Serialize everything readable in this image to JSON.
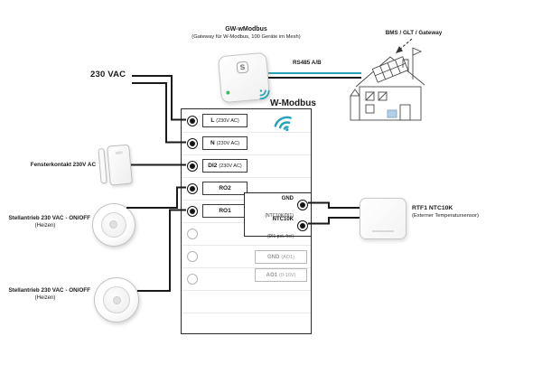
{
  "labels": {
    "gateway_title": "GW-wModbus",
    "gateway_subtitle": "(Gateway für W-Modbus, 100 Geräte im Mesh)",
    "gateway_logo": "S",
    "bms": "BMS / GLT / Gateway",
    "rs485": "RS485 A/B",
    "power": "230 VAC",
    "wmodbus": "W-Modbus"
  },
  "devices_left": [
    {
      "label": "Fensterkontakt 230V AC",
      "sublabel": ""
    },
    {
      "label": "Stellantrieb 230 VAC - ON/OFF",
      "sublabel": "(Heizen)"
    },
    {
      "label": "Stellantrieb 230 VAC - ON/OFF",
      "sublabel": "(Heizen)"
    }
  ],
  "sensor": {
    "title": "RTF1 NTC10K",
    "subtitle": "(Externer Temperatursensor)"
  },
  "terminals_left": [
    {
      "name": "L",
      "detail": "(230V AC)"
    },
    {
      "name": "N",
      "detail": "(230V AC)"
    },
    {
      "name": "DI2",
      "detail": "(230V AC)"
    },
    {
      "name": "RO2",
      "detail": ""
    },
    {
      "name": "RO1",
      "detail": ""
    }
  ],
  "terminals_right": [
    {
      "name": "GND",
      "detail": "(NTC10K/DI1)",
      "active": true
    },
    {
      "name": "NTC10K",
      "detail": "(DI1 pot. frei)",
      "active": true
    },
    {
      "name": "GND",
      "detail": "(AO1)",
      "active": false
    },
    {
      "name": "AO1",
      "detail": "(0-10V)",
      "active": false
    }
  ],
  "colors": {
    "accent_teal": "#2aa3b8",
    "wire_black": "#1a1a1a",
    "inactive_gray": "#b5b5b5",
    "led_green": "#3bbf4e"
  }
}
